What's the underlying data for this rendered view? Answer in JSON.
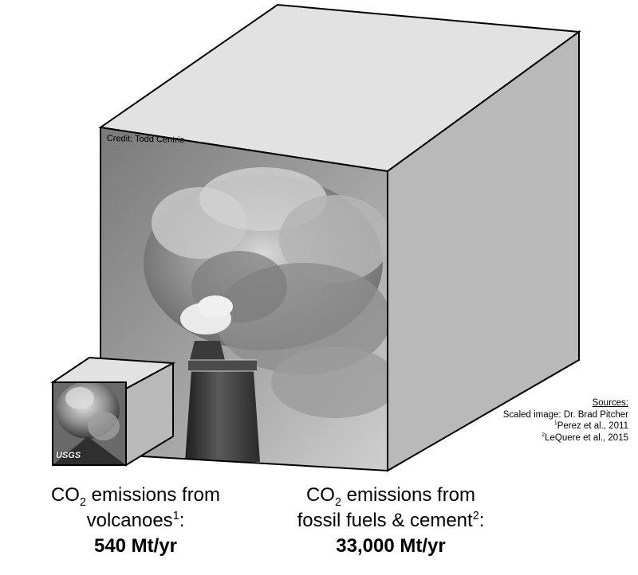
{
  "credit": "Credit: Todd Centric",
  "watermark": "USGS",
  "sources": {
    "heading": "Sources:",
    "scaled_image": "Scaled image: Dr. Brad Pitcher",
    "ref1_num": "1",
    "ref1_text": "Perez et al., 2011",
    "ref2_num": "2",
    "ref2_text": "LeQuere et al., 2015"
  },
  "volcano": {
    "prefix": "CO",
    "subscript": "2",
    "line1_rest": " emissions from",
    "line2": "volcanoes",
    "ref": "1",
    "line2_suffix": ":",
    "value": "540 Mt/yr"
  },
  "fossil": {
    "prefix": "CO",
    "subscript": "2",
    "line1_rest": " emissions from",
    "line2": "fossil fuels & cement",
    "ref": "2",
    "line2_suffix": ":",
    "value": "33,000 Mt/yr"
  },
  "colors": {
    "cube_front": "#8f8f8f",
    "cube_top": "#e2e2e2",
    "cube_side": "#b9b9b9",
    "edge": "#000000"
  }
}
